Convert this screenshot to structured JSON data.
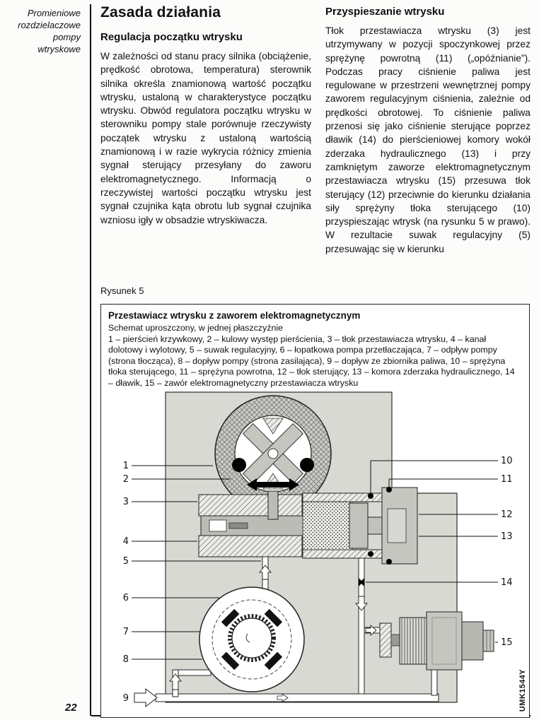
{
  "page": {
    "margin_label": "Promieniowe\nrozdzielaczowe\npompy\nwtryskowe",
    "page_number": "22"
  },
  "main": {
    "title": "Zasada działania",
    "left_column": {
      "heading": "Regulacja początku wtrysku",
      "body": "W zależności od stanu pracy silnika (obciążenie, prędkość obrotowa, temperatura) sterownik silnika określa znamionową wartość początku wtrysku, ustaloną w charakterystyce początku wtrysku. Obwód regulatora początku wtrysku w sterowniku pompy stale porównuje rzeczywisty początek wtrysku z ustaloną wartością znamionową i w razie wykrycia różnicy zmienia sygnał sterujący przesyłany do zaworu elektromagnetycznego. Informacją o rzeczywistej wartości początku wtrysku jest sygnał czujnika kąta obrotu lub sygnał czujnika wzniosu igły w obsadzie wtryskiwacza."
    },
    "right_column": {
      "heading": "Przyspieszanie wtrysku",
      "body": "Tłok przestawiacza wtrysku (3) jest utrzymywany w pozycji spoczynkowej przez sprężynę powrotną (11) („opóźnianie”). Podczas pracy ciśnienie paliwa jest regulowane w przestrzeni wewnętrznej pompy zaworem regulacyjnym ciśnienia, zależnie od prędkości obrotowej. To ciśnienie paliwa przenosi się jako ciśnienie sterujące poprzez dławik (14) do pierścieniowej komory wokół zderzaka hydraulicznego (13) i przy zamkniętym zaworze elektromagnetycznym przestawiacza wtrysku (15) przesuwa tłok sterujący (12) przeciwnie do kierunku działania siły sprężyny tłoka sterującego (10) przyspieszając wtrysk (na rysunku 5 w prawo). W rezultacie suwak regulacyjny (5) przesuwając się w kierunku"
    }
  },
  "figure": {
    "label": "Rysunek 5",
    "title": "Przestawiacz wtrysku z zaworem elektromagnetycznym",
    "caption_intro": "Schemat uproszczony, w jednej płaszczyźnie",
    "legend": "1 – pierścień krzywkowy, 2 – kulowy występ pierścienia, 3 – tłok przestawiacza wtrysku, 4 – kanał dolotowy i wylotowy, 5 – suwak regulacyjny, 6 – łopatkowa pompa przetłaczająca, 7 – odpływ pompy (strona tłocząca), 8 – dopływ pompy (strona zasilająca), 9 – dopływ ze zbiornika paliwa, 10 – sprężyna tłoka sterującego, 11 – sprężyna powrotna, 12 – tłok sterujący, 13 – komora zderzaka hydraulicznego, 14 – dławik, 15 – zawór elektromagnetyczny przestawiacza wtrysku",
    "watermark": "UMK1544Y",
    "callout_numbers": [
      "1",
      "2",
      "3",
      "4",
      "5",
      "6",
      "7",
      "8",
      "9",
      "10",
      "11",
      "12",
      "13",
      "14",
      "15"
    ]
  }
}
